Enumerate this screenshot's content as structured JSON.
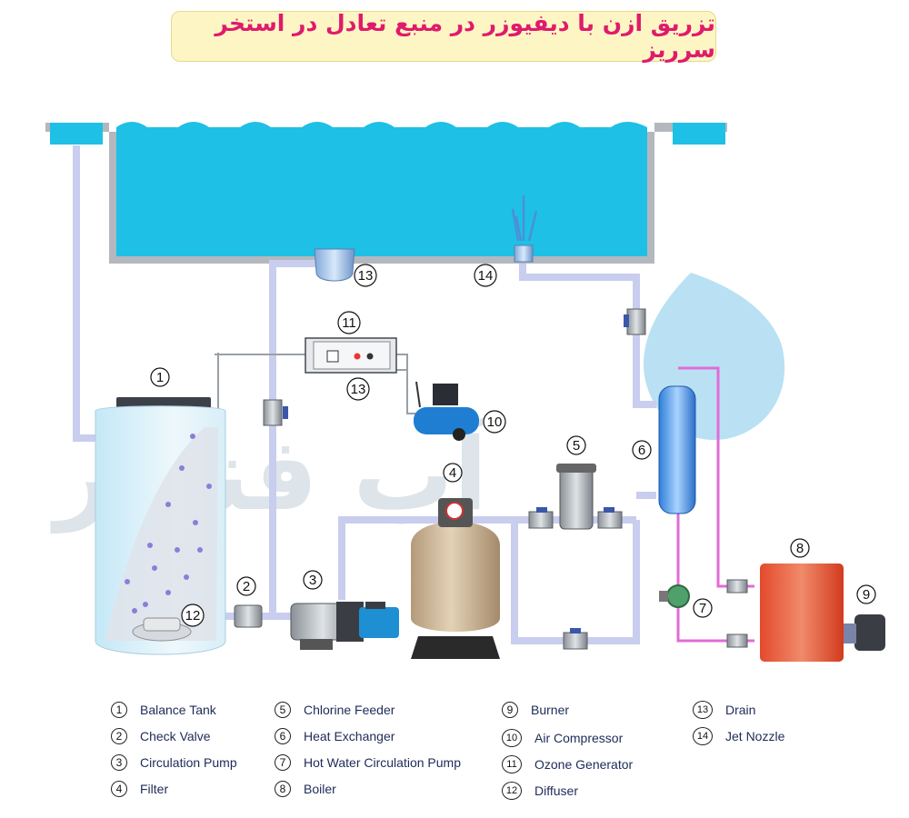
{
  "title": "تزریق ازن با دیفیوزر در منبع تعادل در استخر سرریز",
  "watermark_text": "آب فناور",
  "components": [
    {
      "num": "1",
      "label": "Balance Tank"
    },
    {
      "num": "2",
      "label": "Check Valve"
    },
    {
      "num": "3",
      "label": "Circulation Pump"
    },
    {
      "num": "4",
      "label": "Filter"
    },
    {
      "num": "5",
      "label": "Chlorine Feeder"
    },
    {
      "num": "6",
      "label": "Heat Exchanger"
    },
    {
      "num": "7",
      "label": "Hot Water Circulation Pump"
    },
    {
      "num": "8",
      "label": "Boiler"
    },
    {
      "num": "9",
      "label": "Burner"
    },
    {
      "num": "10",
      "label": "Air Compressor"
    },
    {
      "num": "11",
      "label": "Ozone Generator"
    },
    {
      "num": "12",
      "label": "Diffuser"
    },
    {
      "num": "13",
      "label": "Drain"
    },
    {
      "num": "14",
      "label": "Jet Nozzle"
    }
  ],
  "diagram_labels": [
    "1",
    "2",
    "3",
    "4",
    "5",
    "6",
    "7",
    "8",
    "9",
    "10",
    "11",
    "12",
    "13",
    "13",
    "14"
  ],
  "colors": {
    "water": "#1ec0e6",
    "pipe": "#c9cdee",
    "hot_pipe": "#e26bd6",
    "title": "#e01a6c",
    "boiler": "#e55a3c",
    "pump": "#1f8fd4",
    "valve": "#3a57a8"
  }
}
